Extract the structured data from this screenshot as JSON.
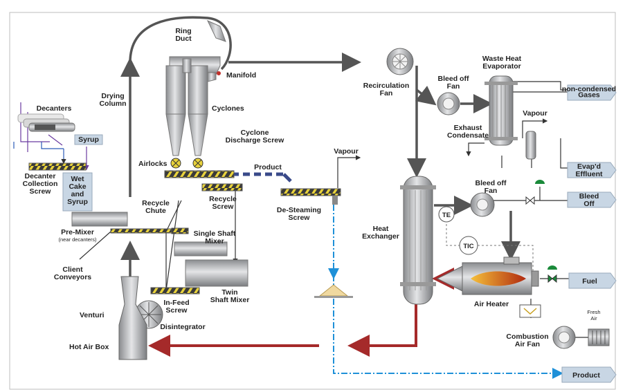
{
  "labels": {
    "ring_duct": [
      "Ring",
      "Duct"
    ],
    "manifold": "Manifold",
    "drying_column": [
      "Drying",
      "Column"
    ],
    "cyclones": "Cyclones",
    "decanters": "Decanters",
    "syrup": "Syrup",
    "decanter_collection_screw": [
      "Decanter",
      "Collection",
      "Screw"
    ],
    "wet_cake": [
      "Wet",
      "Cake",
      "and",
      "Syrup"
    ],
    "airlocks": "Airlocks",
    "cyclone_discharge_screw": [
      "Cyclone",
      "Discharge Screw"
    ],
    "product_mid": "Product",
    "recycle_chute": [
      "Recycle",
      "Chute"
    ],
    "recycle_screw": [
      "Recycle",
      "Screw"
    ],
    "desteaming_screw": [
      "De-Steaming",
      "Screw"
    ],
    "vapour_mid": "Vapour",
    "pre_mixer": "Pre-Mixer",
    "pre_mixer_note": "(near decanters)",
    "single_shaft_mixer": [
      "Single Shaft",
      "Mixer"
    ],
    "client_conveyors": [
      "Client",
      "Conveyors"
    ],
    "twin_shaft_mixer": [
      "Twin",
      "Shaft Mixer"
    ],
    "venturi": "Venturi",
    "infeed_screw": [
      "In-Feed",
      "Screw"
    ],
    "disintegrator": "Disintegrator",
    "hot_air_box": "Hot Air Box",
    "recirculation_fan": [
      "Recirculation",
      "Fan"
    ],
    "bleed_off_fan_top": [
      "Bleed off",
      "Fan"
    ],
    "waste_heat_evaporator": [
      "Waste Heat",
      "Evaporator"
    ],
    "vapour_right": "Vapour",
    "exhaust_condensate": [
      "Exhaust",
      "Condensate"
    ],
    "heat_exchanger": [
      "Heat",
      "Exchanger"
    ],
    "te": "TE",
    "tic": "TIC",
    "bleed_off_fan_mid": [
      "Bleed off",
      "Fan"
    ],
    "air_heater": "Air Heater",
    "combustion_air_fan": [
      "Combustion",
      "Air Fan"
    ],
    "fresh_air": [
      "Fresh",
      "Air"
    ]
  },
  "outputs": {
    "non_condensed": [
      "non-condensed",
      "Gases"
    ],
    "evap_effluent": [
      "Evap'd",
      "Effluent"
    ],
    "bleed_off": [
      "Bleed",
      "Off"
    ],
    "fuel": "Fuel",
    "product": "Product"
  },
  "colors": {
    "hot_air": "#a52a2a",
    "product_line": "#1e90d8",
    "gas_line": "#555555",
    "equipment": "#a8aaad",
    "screw_yellow": "#e8d23c",
    "output_box": "#c8d6e4",
    "valve_green": "#1a8a3a"
  }
}
